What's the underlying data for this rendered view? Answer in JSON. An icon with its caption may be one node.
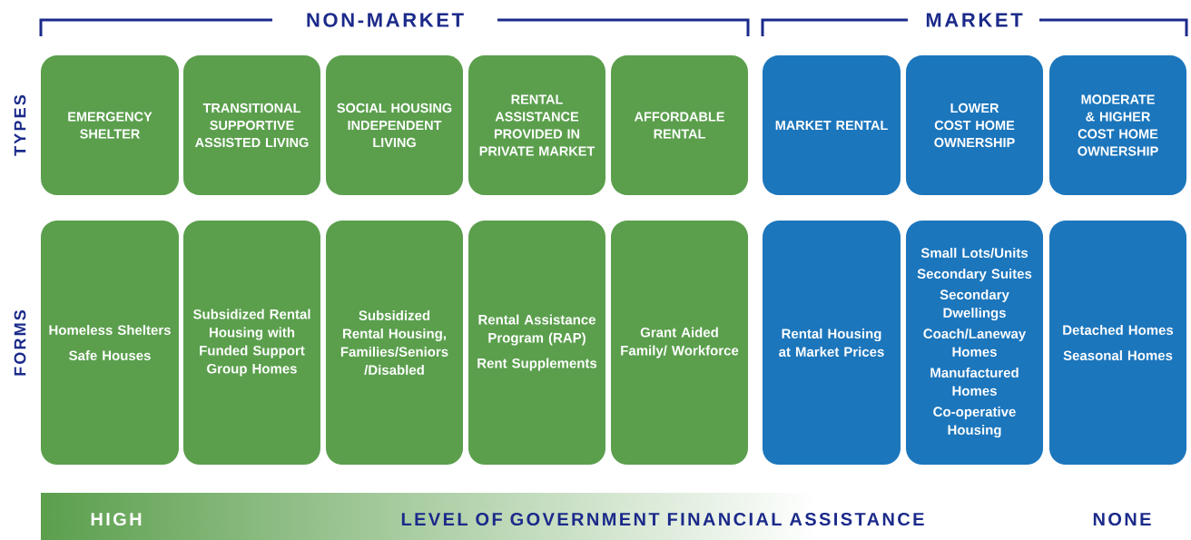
{
  "diagram": {
    "nodes": [
      {
        "text": [
          "EMERGENCY SHELTER"
        ]
      },
      {
        "text": [
          "TRANSITIONAL SUPPORTIVE ASSISTED LIVING"
        ]
      },
      {
        "text": [
          "SOCIAL HOUSING INDEPENDENT LIVING"
        ]
      },
      {
        "text": [
          "RENTAL ASSISTANCE PROVIDED IN PRIVATE MARKET"
        ]
      },
      {
        "text": [
          "AFFORDABLE RENTAL"
        ]
      },
      {
        "text": [
          "MARKET RENTAL"
        ]
      },
      {
        "text": [
          "LOWER COST HOME OWNERSHIP"
        ]
      },
      {
        "text": [
          "MODERATE & HIGHER COST HOME OWNERSHIP"
        ]
      },
      {
        "text": [
          "Homeless Shelters",
          "Safe Houses"
        ]
      },
      {
        "text": [
          "Subsidized Rental Housing with Funded Support Group Homes"
        ]
      },
      {
        "text": [
          "Subsidized Rental Housing, Families/Seniors /Disabled"
        ]
      },
      {
        "text": [
          "Rental Assistance Program (RAP)",
          "Rent Supplements"
        ]
      },
      {
        "text": [
          "Grant Aided Family/ Workforce"
        ]
      },
      {
        "text": [
          "Rental Housing at Market Prices"
        ]
      },
      {
        "text": [
          "Small Lots/Units",
          "Secondary Suites",
          "Secondary Dwellings",
          "Coach/Laneway Homes",
          "Manufactured Homes",
          "Co-operative Housing"
        ]
      },
      {
        "text": [
          "Detached Homes",
          "Seasonal Homes"
        ]
      }
    ],
    "labels": [
      "NON-MARKET",
      "MARKET",
      "TYPES",
      "FORMS",
      "HIGH",
      "LEVEL OF GOVERNMENT FINANCIAL ASSISTANCE",
      "NONE"
    ]
  }
}
